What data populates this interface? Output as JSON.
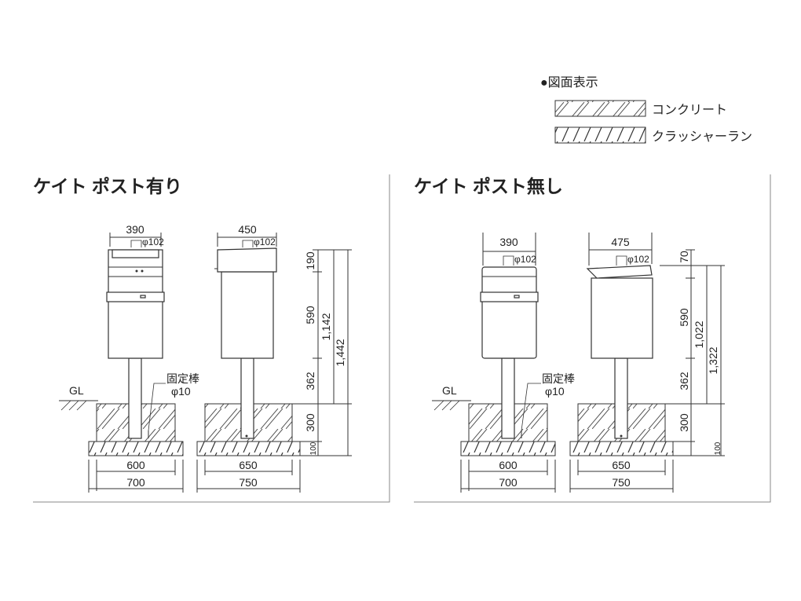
{
  "legend": {
    "heading": "●図面表示",
    "concrete": "コンクリート",
    "crusher_run": "クラッシャーラン"
  },
  "left_panel": {
    "title": "ケイト ポスト有り",
    "ground_label": "GL",
    "rod_label": "固定棒",
    "rod_dia": "φ10",
    "front": {
      "top_width": "390",
      "pipe_dia": "φ102",
      "base_inner": "600",
      "base_outer": "700"
    },
    "side": {
      "top_width": "450",
      "pipe_dia": "φ102",
      "base_inner": "650",
      "base_outer": "750"
    },
    "heights": {
      "h1": "190",
      "h2": "590",
      "h3": "362",
      "h4": "300",
      "h5": "100",
      "total_above": "1,142",
      "total": "1,442"
    }
  },
  "right_panel": {
    "title": "ケイト ポスト無し",
    "ground_label": "GL",
    "rod_label": "固定棒",
    "rod_dia": "φ10",
    "front": {
      "top_width": "390",
      "pipe_dia": "φ102",
      "base_inner": "600",
      "base_outer": "700"
    },
    "side": {
      "top_width": "475",
      "pipe_dia": "φ102",
      "base_inner": "650",
      "base_outer": "750"
    },
    "heights": {
      "h1": "70",
      "h2": "590",
      "h3": "362",
      "h4": "300",
      "h5": "100",
      "total_above": "1,022",
      "total": "1,322"
    }
  }
}
